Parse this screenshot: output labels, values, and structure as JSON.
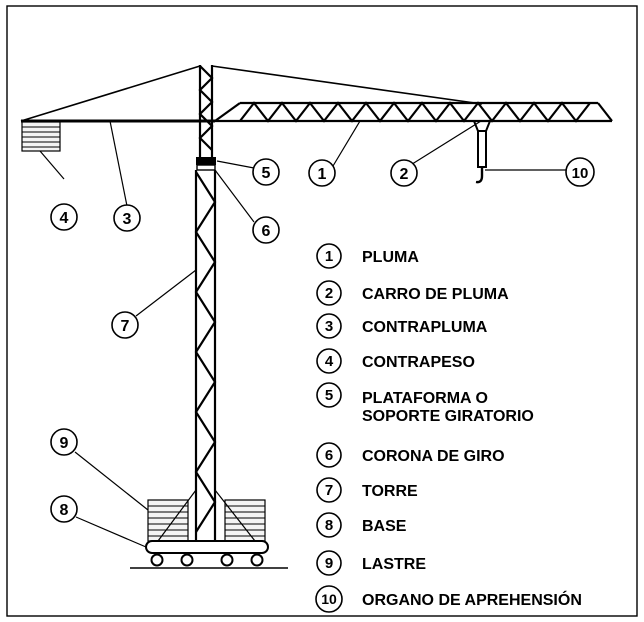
{
  "components": [
    {
      "number": "1",
      "label": "PLUMA"
    },
    {
      "number": "2",
      "label": "CARRO DE PLUMA"
    },
    {
      "number": "3",
      "label": "CONTRAPLUMA"
    },
    {
      "number": "4",
      "label": "CONTRAPESO"
    },
    {
      "number": "5",
      "label": "PLATAFORMA O",
      "label_line2": "SOPORTE GIRATORIO"
    },
    {
      "number": "6",
      "label": "CORONA DE GIRO"
    },
    {
      "number": "7",
      "label": "TORRE"
    },
    {
      "number": "8",
      "label": "BASE"
    },
    {
      "number": "9",
      "label": "LASTRE"
    },
    {
      "number": "10",
      "label": "ORGANO DE APREHENSIÓN"
    }
  ]
}
